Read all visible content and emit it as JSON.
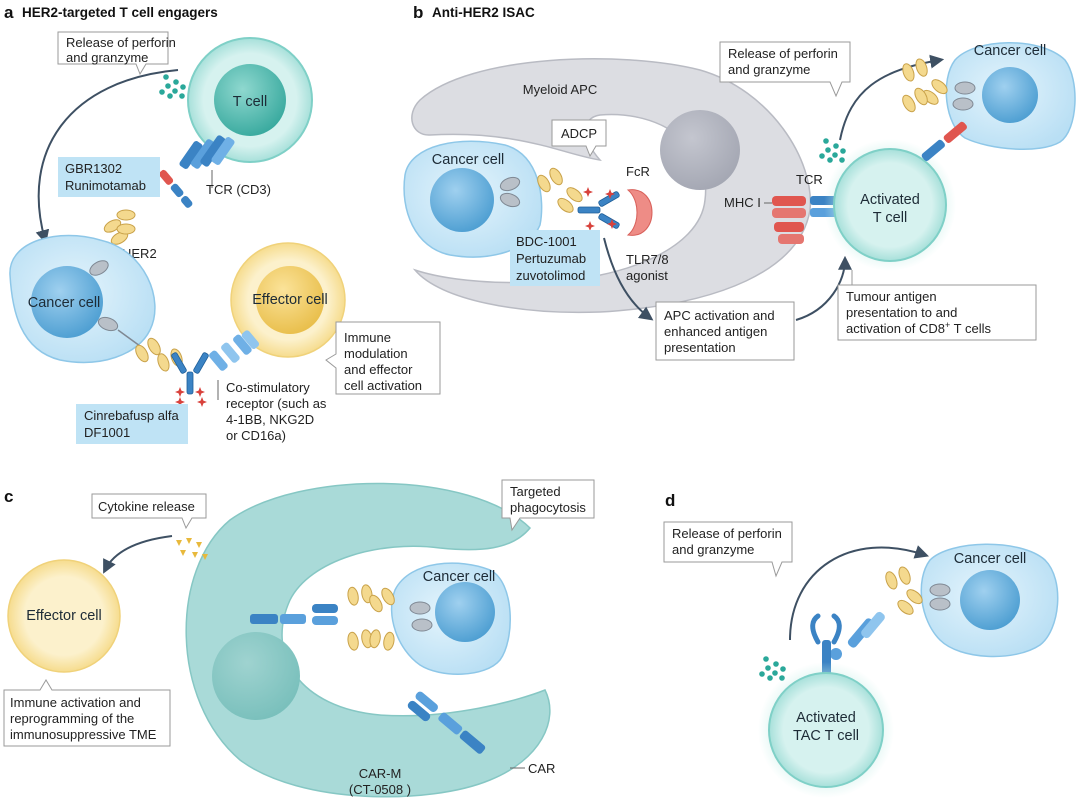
{
  "colors": {
    "cancer_cell": "#cfeaf8",
    "cancer_nucleus": "#6fb4dd",
    "t_cell": "#c7ece8",
    "t_nucleus": "#58c0b6",
    "effector_cell": "#fbe9b4",
    "effector_nucleus": "#f2cd67",
    "myeloid": "#dcdde2",
    "car_m": "#a9dad8",
    "receptor_blue": "#3b83c4",
    "receptor_red": "#e0564f",
    "her2": "#f0cf7a",
    "granule": "#2aa89a",
    "cytokine": "#e8b93c",
    "highlight_box": "#bfe3f5",
    "arrow": "#3e5063"
  },
  "panel_a": {
    "letter": "a",
    "title": "HER2-targeted T cell engagers",
    "release_l1": "Release of perforin",
    "release_l2": "and granzyme",
    "t_cell": "T cell",
    "drug_l1": "GBR1302",
    "drug_l2": "Runimotamab",
    "tcr": "TCR (CD3)",
    "her2": "HER2",
    "cancer_cell": "Cancer cell",
    "effector_cell": "Effector cell",
    "immune_l1": "Immune",
    "immune_l2": "modulation",
    "immune_l3": "and effector",
    "immune_l4": "cell activation",
    "costim_l1": "Co-stimulatory",
    "costim_l2": "receptor (such as",
    "costim_l3": "4-1BB, NKG2D",
    "costim_l4": "or CD16a)",
    "drug2_l1": "Cinrebafusp alfa",
    "drug2_l2": "DF1001"
  },
  "panel_b": {
    "letter": "b",
    "title": "Anti-HER2 ISAC",
    "myeloid": "Myeloid APC",
    "adcp": "ADCP",
    "cancer_cell": "Cancer cell",
    "fcr": "FcR",
    "drug_l1": "BDC-1001",
    "drug_l2": "Pertuzumab",
    "drug_l3": "zuvotolimod",
    "tlr_l1": "TLR7/8",
    "tlr_l2": "agonist",
    "apc_l1": "APC activation and",
    "apc_l2": "enhanced antigen",
    "apc_l3": "presentation",
    "mhc": "MHC I",
    "tcr": "TCR",
    "activated_l1": "Activated",
    "activated_l2": "T cell",
    "release_l1": "Release of perforin",
    "release_l2": "and granzyme",
    "cancer_cell2": "Cancer cell",
    "tumour_l1": "Tumour antigen",
    "tumour_l2": "presentation to and",
    "tumour_l3": "activation of CD8",
    "tumour_sup": "+",
    "tumour_l3b": " T cells"
  },
  "panel_c": {
    "letter": "c",
    "cytokine": "Cytokine release",
    "effector_cell": "Effector cell",
    "immune_l1": "Immune activation and",
    "immune_l2": "reprogramming of the",
    "immune_l3": "immunosuppressive TME",
    "targeted_l1": "Targeted",
    "targeted_l2": "phagocytosis",
    "cancer_cell": "Cancer cell",
    "carm_l1": "CAR-M",
    "carm_l2": "(CT-0508 )",
    "car": "CAR"
  },
  "panel_d": {
    "letter": "d",
    "release_l1": "Release of perforin",
    "release_l2": "and granzyme",
    "cancer_cell": "Cancer cell",
    "activated_l1": "Activated",
    "activated_l2": "TAC T cell"
  }
}
